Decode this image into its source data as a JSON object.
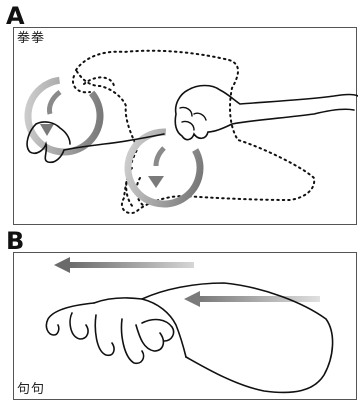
{
  "figure": {
    "panel_a": {
      "letter": "A",
      "caption": "拳拳"
    },
    "panel_b": {
      "letter": "B",
      "caption": "句句"
    }
  },
  "colors": {
    "ink": "#111111",
    "arrow_gray": "#8a8a8a",
    "frame": "#555555"
  },
  "icons": {
    "rotation_arrows": "circular-arrow-icon",
    "motion_arrows": "straight-arrow-icon"
  }
}
